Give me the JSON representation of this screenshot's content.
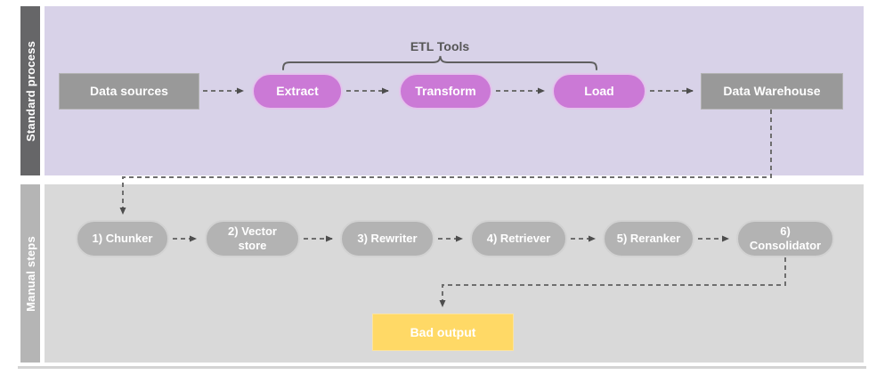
{
  "diagram": {
    "lanes": [
      {
        "label": "Standard process"
      },
      {
        "label": "Manual steps"
      }
    ],
    "brace": {
      "label": "ETL Tools"
    },
    "standard_process": {
      "data_sources": {
        "label": "Data sources"
      },
      "extract": {
        "label": "Extract"
      },
      "transform": {
        "label": "Transform"
      },
      "load": {
        "label": "Load"
      },
      "data_warehouse": {
        "label": "Data Warehouse"
      }
    },
    "manual_steps": {
      "chunker": {
        "label": "1) Chunker"
      },
      "vector_store": {
        "label": "2) Vector store"
      },
      "rewriter": {
        "label": "3) Rewriter"
      },
      "retriever": {
        "label": "4) Retriever"
      },
      "reranker": {
        "label": "5) Reranker"
      },
      "consolidator": {
        "label": "6) Consolidator"
      }
    },
    "output": {
      "bad_output": {
        "label": "Bad output"
      }
    },
    "colors": {
      "standard_lane_bg": "#d8d2e8",
      "manual_lane_bg": "#d9d9d9",
      "standard_lane_bar": "#666668",
      "manual_lane_bar": "#b5b5b5",
      "etl_pill": "#cb79d6",
      "gray_box": "#999999",
      "manual_pill": "#b3b3b3",
      "bad_output_box": "#ffd966",
      "connector": "#6e6e6e"
    }
  }
}
